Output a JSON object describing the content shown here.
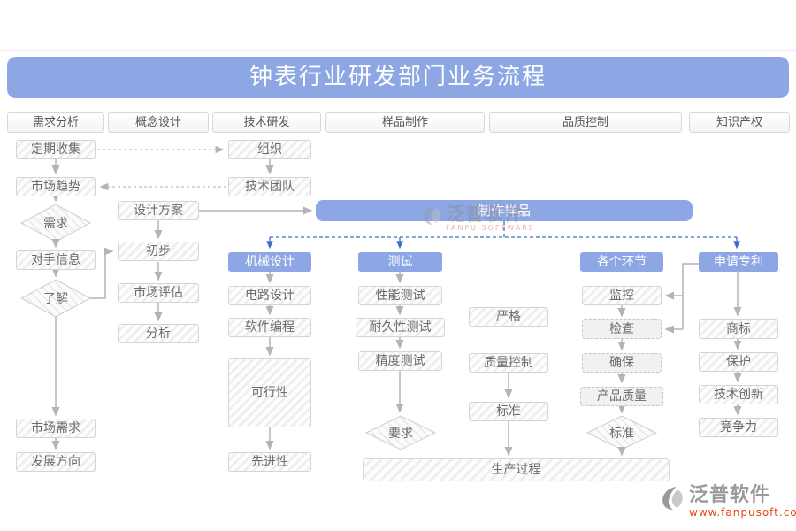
{
  "title": "钟表行业研发部门业务流程",
  "columns": [
    "需求分析",
    "概念设计",
    "技术研发",
    "样品制作",
    "品质控制",
    "知识产权"
  ],
  "nodes": {
    "collect": "定期收集",
    "trend": "市场趋势",
    "demand": "需求",
    "competitor": "对手信息",
    "understand": "了解",
    "market_demand": "市场需求",
    "direction": "发展方向",
    "design_plan": "设计方案",
    "preliminary": "初步",
    "market_eval": "市场评估",
    "analysis": "分析",
    "organize": "组织",
    "tech_team": "技术团队",
    "make_sample": "制作样品",
    "mechanical": "机械设计",
    "circuit": "电路设计",
    "software": "软件编程",
    "feasibility": "可行性",
    "advancement": "先进性",
    "test": "测试",
    "performance": "性能测试",
    "durability": "耐久性测试",
    "precision": "精度测试",
    "requirement": "要求",
    "strict": "严格",
    "quality_control": "质量控制",
    "standard_box": "标准",
    "each_link": "各个环节",
    "monitor": "监控",
    "inspect": "检查",
    "ensure": "确保",
    "product_quality": "产品质量",
    "standard_diamond": "标准",
    "patent": "申请专利",
    "trademark": "商标",
    "protection": "保护",
    "innovation": "技术创新",
    "competitiveness": "竞争力",
    "production": "生产过程"
  },
  "watermark": {
    "brand": "泛普软件",
    "sub": "FANPU SOFTWARE"
  },
  "logo": {
    "brand": "泛普软件",
    "url": "www.fanpusoft.com"
  },
  "colors": {
    "accent_blue": "#8ca7e3",
    "dashed_blue": "#3e6cc8",
    "connector_gray": "#b4b4b4",
    "logo_orange": "#e8490f"
  }
}
